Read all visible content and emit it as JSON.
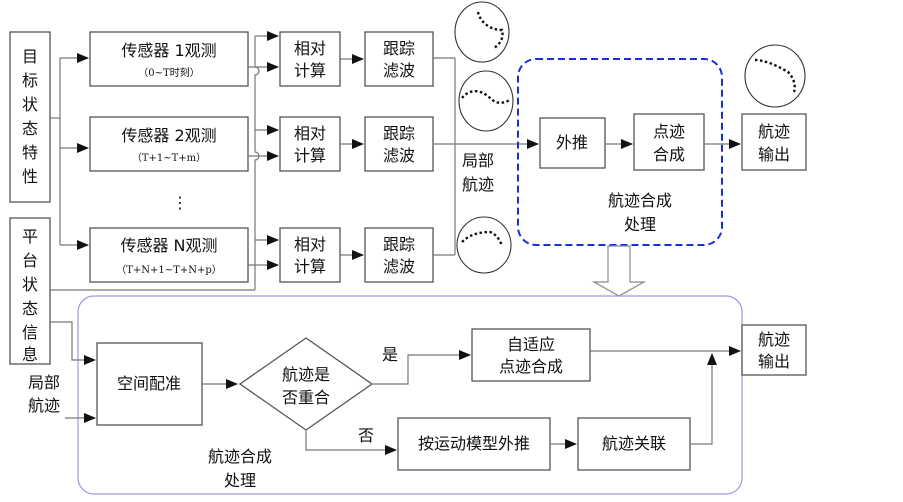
{
  "left": {
    "target_state": [
      "目",
      "标",
      "状",
      "态",
      "特",
      "性"
    ],
    "platform_state": [
      "平",
      "台",
      "状",
      "态",
      "信",
      "息"
    ]
  },
  "sensors": [
    {
      "label": "传感器 1观测",
      "sub": "（0~T时刻）"
    },
    {
      "label": "传感器 2观测",
      "sub": "（T+1~T+m）"
    },
    {
      "label": "传感器 N观测",
      "sub": "（T+N+1~T+N+p）"
    }
  ],
  "ellipsis": "⋮",
  "relative_calc": [
    "相对",
    "计算"
  ],
  "tracking_filter": [
    "跟踪",
    "滤波"
  ],
  "local_track": [
    "局部",
    "航迹"
  ],
  "extrapolate": "外推",
  "point_synthesis": [
    "点迹",
    "合成"
  ],
  "synthesis_top": [
    "航迹合成",
    "处理"
  ],
  "track_output": [
    "航迹",
    "输出"
  ],
  "bottom": {
    "local_track": [
      "局部",
      "航迹"
    ],
    "spatial_registration": "空间配准",
    "decision": [
      "航迹是",
      "否重合"
    ],
    "yes": "是",
    "no": "否",
    "adaptive": [
      "自适应",
      "点迹合成"
    ],
    "motion_extrap": "按运动模型外推",
    "association": "航迹关联",
    "synthesis": [
      "航迹合成",
      "处理"
    ],
    "output": [
      "航迹",
      "输出"
    ]
  },
  "colors": {
    "dashed_box": "#1a2fd6",
    "outer_box": "#9a9ae0",
    "line": "#777777",
    "arrow": "#111111"
  }
}
